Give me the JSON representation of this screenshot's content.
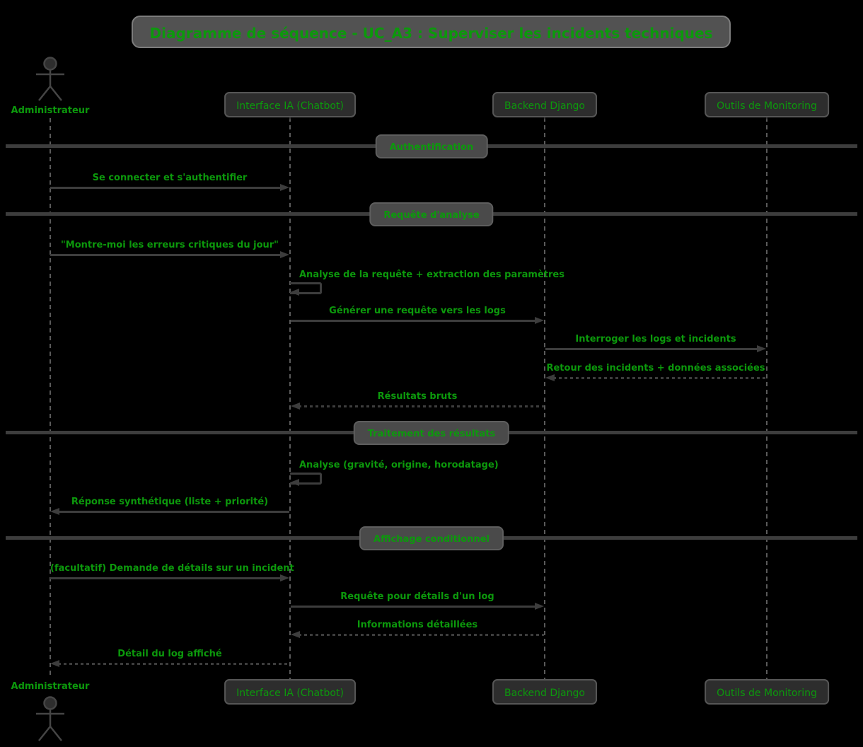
{
  "title": "Diagramme de séquence - UC_A3 : Superviser les incidents techniques",
  "actor": {
    "label": "Administrateur"
  },
  "participants": [
    {
      "id": "chatbot",
      "label": "Interface IA (Chatbot)"
    },
    {
      "id": "backend",
      "label": "Backend Django"
    },
    {
      "id": "monitoring",
      "label": "Outils de Monitoring"
    }
  ],
  "dividers": [
    {
      "label": "Authentification"
    },
    {
      "label": "Requête d'analyse"
    },
    {
      "label": "Traitement des résultats"
    },
    {
      "label": "Affichage conditionnel"
    }
  ],
  "messages": [
    {
      "from": "Administrateur",
      "to": "Interface IA (Chatbot)",
      "style": "solid",
      "label": "Se connecter et s'authentifier"
    },
    {
      "from": "Administrateur",
      "to": "Interface IA (Chatbot)",
      "style": "solid",
      "label": "\"Montre-moi les erreurs critiques du jour\""
    },
    {
      "from": "Interface IA (Chatbot)",
      "to": "Interface IA (Chatbot)",
      "style": "self",
      "label": "Analyse de la requête + extraction des paramètres"
    },
    {
      "from": "Interface IA (Chatbot)",
      "to": "Backend Django",
      "style": "solid",
      "label": "Générer une requête vers les logs"
    },
    {
      "from": "Backend Django",
      "to": "Outils de Monitoring",
      "style": "solid",
      "label": "Interroger les logs et incidents"
    },
    {
      "from": "Outils de Monitoring",
      "to": "Backend Django",
      "style": "dashed",
      "label": "Retour des incidents + données associées"
    },
    {
      "from": "Backend Django",
      "to": "Interface IA (Chatbot)",
      "style": "dashed",
      "label": "Résultats bruts"
    },
    {
      "from": "Interface IA (Chatbot)",
      "to": "Interface IA (Chatbot)",
      "style": "self",
      "label": "Analyse (gravité, origine, horodatage)"
    },
    {
      "from": "Interface IA (Chatbot)",
      "to": "Administrateur",
      "style": "solid",
      "label": "Réponse synthétique (liste + priorité)"
    },
    {
      "from": "Administrateur",
      "to": "Interface IA (Chatbot)",
      "style": "solid",
      "label": "(facultatif) Demande de détails sur un incident"
    },
    {
      "from": "Interface IA (Chatbot)",
      "to": "Backend Django",
      "style": "solid",
      "label": "Requête pour détails d'un log"
    },
    {
      "from": "Backend Django",
      "to": "Interface IA (Chatbot)",
      "style": "dashed",
      "label": "Informations détaillées"
    },
    {
      "from": "Interface IA (Chatbot)",
      "to": "Administrateur",
      "style": "dashed",
      "label": "Détail du log affiché"
    }
  ],
  "colors": {
    "background": "#000000",
    "text_green": "#0c990c",
    "participant_fill": "#2d2d2d",
    "participant_border": "#565656",
    "title_fill": "#525252",
    "divider_fill": "#4a4a4a",
    "arrow": "#3d3d3d",
    "lifeline": "#5a5a5a"
  }
}
